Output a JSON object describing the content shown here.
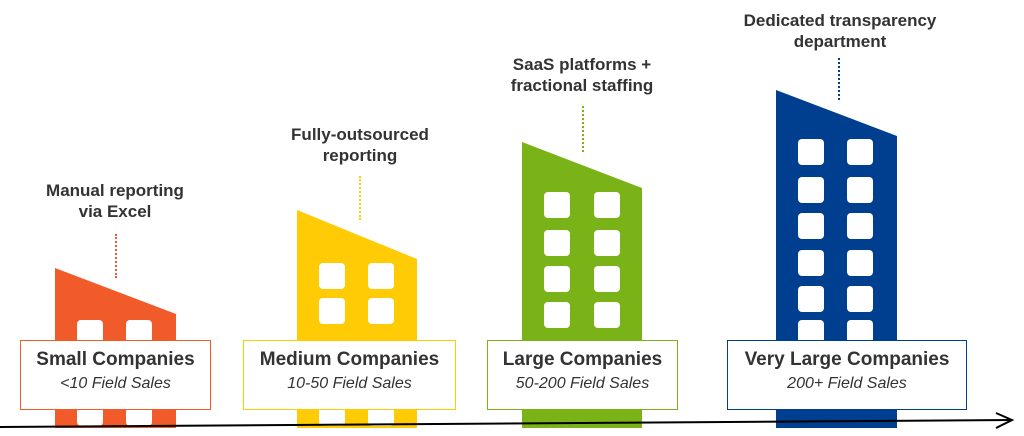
{
  "tiers": [
    {
      "id": "small",
      "name": "Small Companies",
      "sub": "<10 Field Sales",
      "annotation": [
        "Manual reporting",
        "via Excel"
      ],
      "color": "#F15A29"
    },
    {
      "id": "medium",
      "name": "Medium Companies",
      "sub": "10-50 Field Sales",
      "annotation": [
        "Fully-outsourced",
        "reporting"
      ],
      "color": "#FFCB05"
    },
    {
      "id": "large",
      "name": "Large Companies",
      "sub": "50-200 Field Sales",
      "annotation": [
        "SaaS platforms +",
        "fractional staffing"
      ],
      "color": "#7AB317"
    },
    {
      "id": "very-large",
      "name": "Very Large Companies",
      "sub": "200+ Field Sales",
      "annotation": [
        "Dedicated transparency",
        "department"
      ],
      "color": "#003F8F"
    }
  ]
}
